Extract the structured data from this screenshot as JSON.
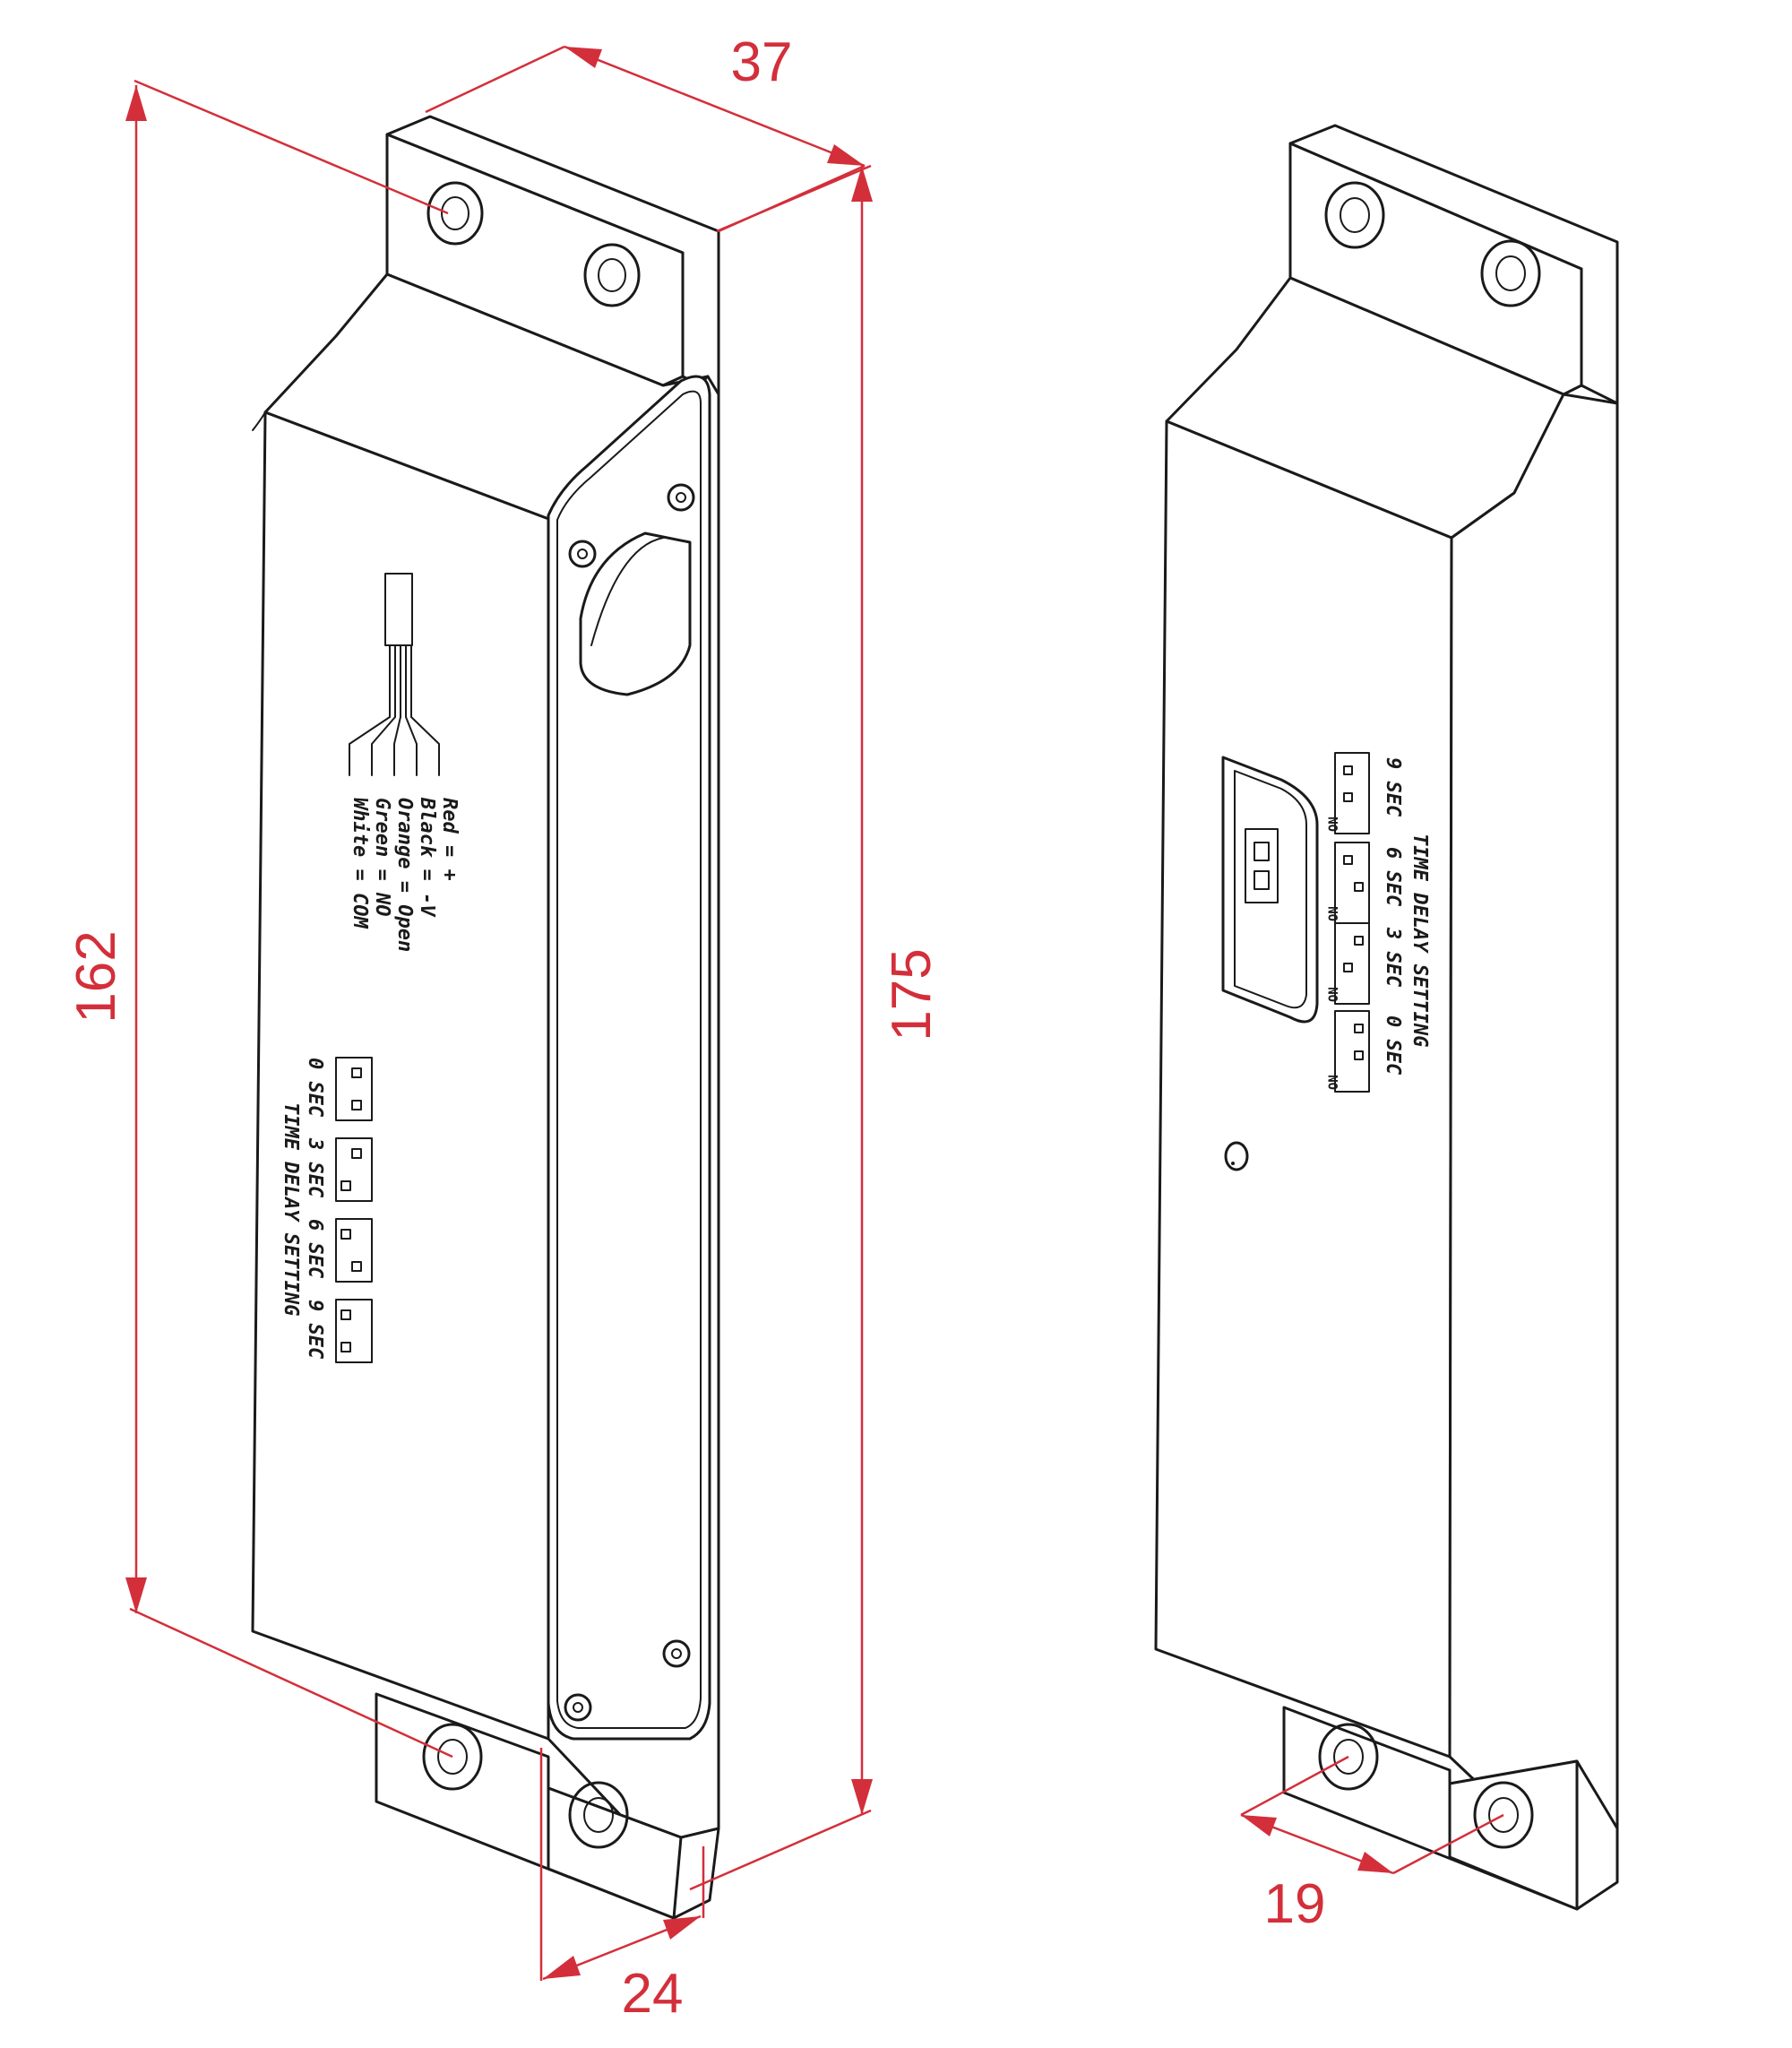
{
  "dimensions": {
    "width_top": "37",
    "height_left": "162",
    "height_right": "175",
    "depth_bottom": "24",
    "hole_spacing": "19"
  },
  "wiring_legend": {
    "red": "Red = +",
    "black": "Black = -V",
    "orange": "Orange = Open",
    "green": "Green = NO",
    "white": "White = COM"
  },
  "time_delay": {
    "title": "TIME DELAY SETTING",
    "on_label": "ON",
    "settings": [
      "0 SEC",
      "3 SEC",
      "6 SEC",
      "9 SEC"
    ]
  },
  "colors": {
    "dimension": "#d32f3a",
    "ink": "#1a1a1a"
  }
}
